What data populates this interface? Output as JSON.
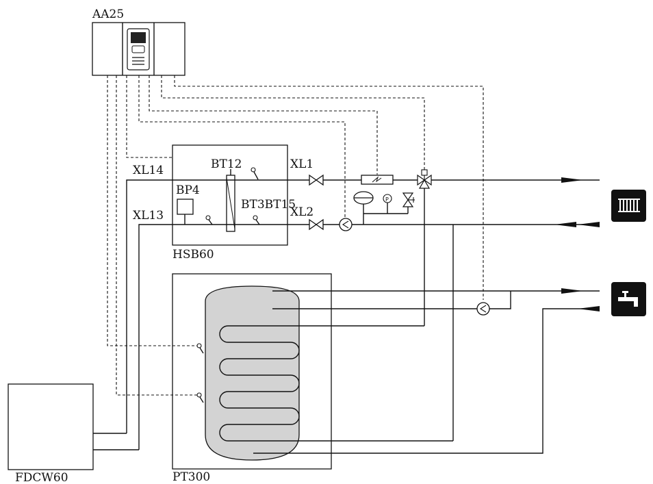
{
  "labels": {
    "aa25": "AA25",
    "xl14": "XL14",
    "xl13": "XL13",
    "bt12": "BT12",
    "bp4": "BP4",
    "bt3bt15": "BT3BT15",
    "xl1": "XL1",
    "xl2": "XL2",
    "hsb60": "HSB60",
    "pt300": "PT300",
    "fdcw60": "FDCW60"
  },
  "icons": {
    "radiator": "radiator-icon",
    "tap": "water-tap-icon"
  },
  "colors": {
    "line": "#111111",
    "tank_fill": "#d3d3d3",
    "icon_bg": "#111111"
  }
}
